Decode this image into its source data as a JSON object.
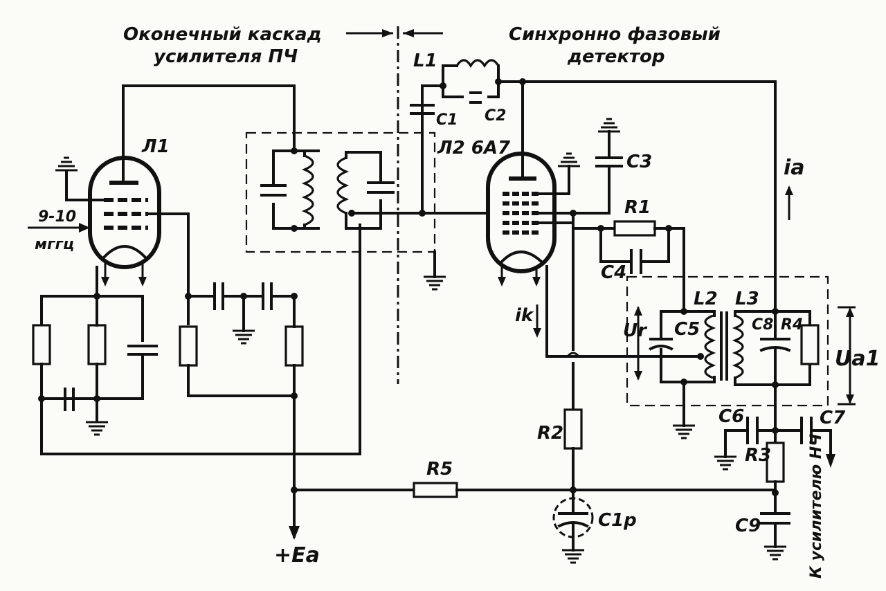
{
  "headings": {
    "left_line1": "Оконечный каскад",
    "left_line2": "усилителя ПЧ",
    "right_line1": "Синхронно фазовый",
    "right_line2": "детектор"
  },
  "input": {
    "line1": "9-10",
    "line2": "мггц"
  },
  "tubes": {
    "l1": "Л1",
    "l2": "Л2 6А7"
  },
  "labels": {
    "L1": "L1",
    "L2": "L2",
    "L3": "L3",
    "C1": "C1",
    "C2": "C2",
    "C3": "C3",
    "C4": "C4",
    "C5": "C5",
    "C6": "C6",
    "C7": "C7",
    "C8": "C8",
    "C9": "C9",
    "C1p": "C1p",
    "R1": "R1",
    "R2": "R2",
    "R3": "R3",
    "R4": "R4",
    "R5": "R5",
    "ia": "ia",
    "ik": "ik",
    "Ur": "Ur",
    "Ua1": "Ua1",
    "Ea": "+Ea",
    "output": "К усилителю НЧ"
  }
}
